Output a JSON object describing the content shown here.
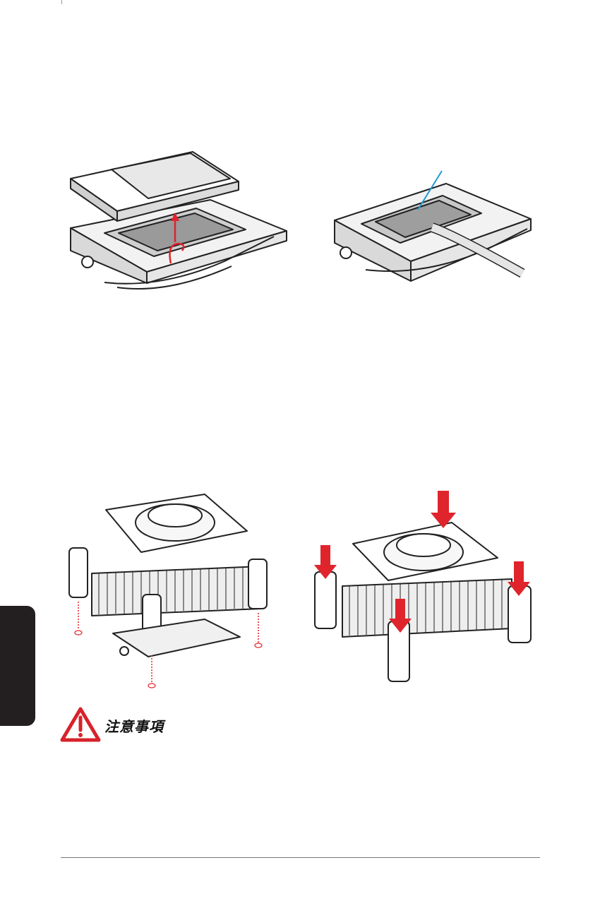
{
  "notice": {
    "title": "注意事項",
    "icon": "warning-triangle-icon",
    "accent_color": "#d7232b"
  },
  "side_tab_color": "#231f20",
  "figures": {
    "figure_1": "cpu-socket-load-plate-open",
    "figure_2": "thermal-paste-application",
    "figure_3": "cooler-pins-aligned-to-holes",
    "figure_4": "cooler-pins-pressed-down"
  },
  "arrow_color": "#e0242c",
  "paste_line_color": "#1f9ad6"
}
